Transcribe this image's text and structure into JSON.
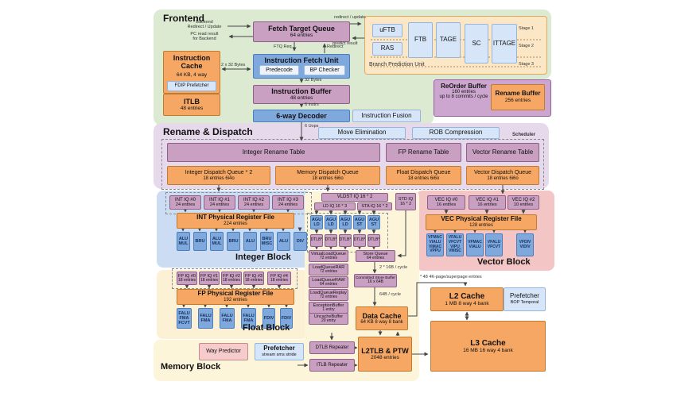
{
  "colors": {
    "frontend_bg": "#dcead2",
    "rename_bg": "#e7d9ec",
    "integer_bg": "#ccdcf2",
    "float_bg": "#fcf0d5",
    "memory_bg": "#fdf5da",
    "vector_bg": "#f4c5c5",
    "mauve": "#c99fc2",
    "orange": "#f5a763",
    "blue": "#7fa9dc",
    "pale_blue": "#d6e5f7",
    "pink": "#f6cbcb"
  },
  "frontend": {
    "label": "Frontend",
    "ftq": {
      "title": "Fetch Target Queue",
      "sub": "64 entries"
    },
    "icache": {
      "title": "Instruction Cache",
      "size": "64 KB, 4 way",
      "prefetcher": "FDIP Prefetcher"
    },
    "itlb": {
      "title": "ITLB",
      "sub": "48 entries"
    },
    "ifu": {
      "title": "Instruction Fetch Unit",
      "predecode": "Predecode",
      "bp_checker": "BP Checker"
    },
    "ibuf": {
      "title": "Instruction Buffer",
      "sub": "48 entries"
    },
    "decoder": {
      "title": "6-way Decoder"
    },
    "fusion": {
      "title": "Instruction Fusion"
    },
    "bpu": {
      "label": "Branch Prediction Unit",
      "components": [
        "uFTB",
        "RAS",
        "FTB",
        "TAGE",
        "SC",
        "ITTAGE"
      ],
      "stages": [
        "Stage 1",
        "Stage 2",
        "Stage 3"
      ]
    },
    "labels": {
      "backend_redirect": "Backend\nRedirect / Update",
      "pc_read": "PC read result\nfor Backend",
      "redirect_update": "redirect / update",
      "predict_result": "predict result",
      "ftq_req": "FTQ Req",
      "redirect": "Redirect",
      "bytes_2x32": "2 x 32 Bytes",
      "bytes_32": "32 Bytes",
      "instrs_6": "6 instrs",
      "uops_6": "6 Uops"
    }
  },
  "rob": {
    "title": "ReOrder Buffer",
    "sub1": "160 entries",
    "sub2": "up to 8 commits / cycle",
    "rename_buffer": {
      "title": "Rename Buffer",
      "sub": "256 entries"
    }
  },
  "rename_dispatch": {
    "label": "Rename & Dispatch",
    "move_elimination": "Move Elimination",
    "rob_compression": "ROB Compression",
    "scheduler": "Scheduler",
    "tables": [
      "Integer Rename Table",
      "FP Rename Table",
      "Vector Rename Table"
    ],
    "queues": [
      {
        "title": "Integer Dispatch Queue * 2",
        "sub": "18 entries  6i4o"
      },
      {
        "title": "Memory Dispatch Queue",
        "sub": "18 entries  6i6o"
      },
      {
        "title": "Float Dispatch Queue",
        "sub": "18 entries  6i6o"
      },
      {
        "title": "Vector Dispatch Queue",
        "sub": "18 entries  6i6o"
      }
    ]
  },
  "integer_block": {
    "label": "Integer Block",
    "iqs": [
      {
        "title": "INT IQ #0",
        "sub": "24 entries"
      },
      {
        "title": "INT IQ #1",
        "sub": "24 entries"
      },
      {
        "title": "INT IQ #2",
        "sub": "24 entries"
      },
      {
        "title": "INT IQ #3",
        "sub": "24 entries"
      }
    ],
    "prf": {
      "title": "INT Physical Register File",
      "sub": "224 entries"
    },
    "units": [
      [
        "ALU",
        "MUL"
      ],
      [
        "BRU"
      ],
      [
        "ALU",
        "MUL"
      ],
      [
        "BRU"
      ],
      [
        "ALU"
      ],
      [
        "BRU",
        "MISC"
      ],
      [
        "ALU"
      ],
      [
        "DIV"
      ]
    ]
  },
  "float_block": {
    "label": "Float Block",
    "iqs": [
      {
        "title": "FP IQ #0",
        "sub": "18 entries"
      },
      {
        "title": "FP IQ #1",
        "sub": "18 entries"
      },
      {
        "title": "FP IQ #2",
        "sub": "18 entries"
      },
      {
        "title": "FP IQ #3",
        "sub": "18 entries"
      },
      {
        "title": "FP IQ #4",
        "sub": "18 entries"
      }
    ],
    "prf": {
      "title": "FP Physical Register File",
      "sub": "192 entries"
    },
    "units": [
      [
        "FALU",
        "FMA",
        "FCVT"
      ],
      [
        "FALU",
        "FMA"
      ],
      [
        "FALU",
        "FMA"
      ],
      [
        "FALU",
        "FMA"
      ],
      [
        "FDIV"
      ],
      [
        "FDIV"
      ]
    ]
  },
  "vector_block": {
    "label": "Vector Block",
    "iqs": [
      {
        "title": "VEC IQ #0",
        "sub": "16 entries"
      },
      {
        "title": "VEC IQ #1",
        "sub": "16 entries"
      },
      {
        "title": "VEC IQ #2",
        "sub": "10 entries"
      }
    ],
    "prf": {
      "title": "VEC Physical Register File",
      "sub": "128 entries"
    },
    "units": [
      [
        "VFMAC",
        "VIALU",
        "VIMAC",
        "VPPU"
      ],
      [
        "VFALU",
        "VFCVT",
        "VIPU",
        "VMISC"
      ],
      [
        "VFMAC",
        "VIALU"
      ],
      [
        "VFALU",
        "VFCVT"
      ],
      [
        "VFDIV",
        "VIDIV"
      ]
    ]
  },
  "memory_block": {
    "label": "Memory Block",
    "iqs": {
      "vldst": "VLDST IQ 16 * 2",
      "ld": "LD IQ 16 * 3",
      "sta": "STA IQ 16 * 2",
      "std": "STD IQ\n16 * 2"
    },
    "agus": [
      [
        "AGU",
        "LD"
      ],
      [
        "AGU",
        "LD"
      ],
      [
        "AGU",
        "LD"
      ],
      [
        "AGU",
        "ST"
      ],
      [
        "AGU",
        "ST"
      ]
    ],
    "dtlbs": [
      "DTLB*",
      "DTLB*",
      "DTLB*",
      "DTLB*",
      "DTLB*"
    ],
    "queues": [
      {
        "title": "VirtualLoadQueue",
        "sub": "72 entries"
      },
      {
        "title": "LoadQueueRAR",
        "sub": "72 entries"
      },
      {
        "title": "LoadQueueRAW",
        "sub": "64 entries"
      },
      {
        "title": "LoadQueueReplay",
        "sub": "72 entries"
      },
      {
        "title": "ExceptionBuffer",
        "sub": "1 entry"
      },
      {
        "title": "UncacheBuffer",
        "sub": "20 entry"
      }
    ],
    "store_queue": {
      "title": "Store Queue",
      "sub": "64 entries"
    },
    "csb": {
      "title": "Committed Store Buffer",
      "sub": "16 x 64B"
    },
    "dcache": {
      "title": "Data Cache",
      "sub": "64 KB 8 way 8 bank"
    },
    "dtlb_repeater": "DTLB Repeater",
    "itlb_repeater": "ITLB Repeater",
    "l2tlb": {
      "title": "L2TLB & PTW",
      "sub": "2048 entries"
    },
    "way_predictor": "Way Predictor",
    "prefetcher": {
      "title": "Prefetcher",
      "sub": "stream sms stride"
    },
    "labels": {
      "bw16": "2 * 16B / cycle",
      "bw64": "64B / cycle",
      "note": "* 48 4K-page/superpage entries"
    }
  },
  "uncore": {
    "l2": {
      "title": "L2 Cache",
      "sub": "1 MB 8 way 4 bank"
    },
    "l2_prefetcher": {
      "title": "Prefetcher",
      "sub": "BOP Temporal"
    },
    "l3": {
      "title": "L3 Cache",
      "sub": "16 MB 16 way 4 bank"
    }
  }
}
